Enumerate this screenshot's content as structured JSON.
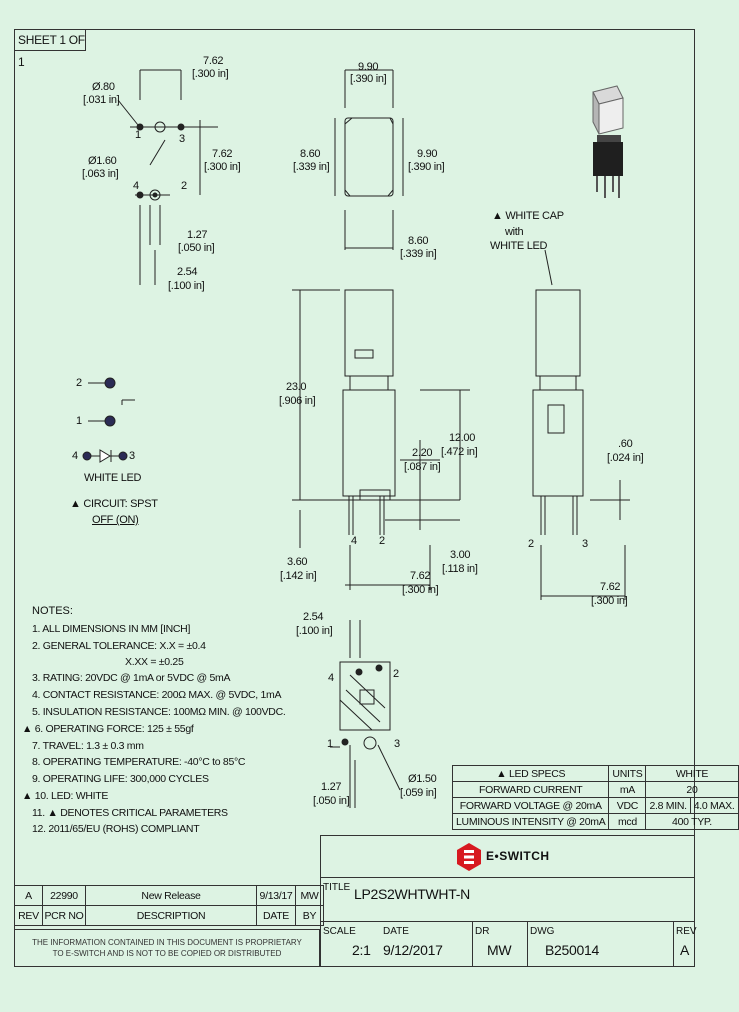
{
  "sheet": "SHEET 1 OF 1",
  "dims": {
    "pin_spacing_top": [
      "7.62",
      "[.300 in]"
    ],
    "hole_small": [
      "Ø.80",
      "[.031 in]"
    ],
    "hole_large": [
      "Ø1.60",
      "[.063 in]"
    ],
    "pin_row_spacing": [
      "7.62",
      "[.300 in]"
    ],
    "pin_offset": [
      "1.27",
      "[.050 in]"
    ],
    "pin_offset2": [
      "2.54",
      "[.100 in]"
    ],
    "cap_top": [
      "9.90",
      "[.390 in]"
    ],
    "cap_left": [
      "8.60",
      "[.339 in]"
    ],
    "cap_right": [
      "9.90",
      "[.390 in]"
    ],
    "cap_bottom": [
      "8.60",
      "[.339 in]"
    ],
    "height_total": [
      "23.0",
      "[.906 in]"
    ],
    "height_body": [
      "12.00",
      "[.472 in]"
    ],
    "lead_in": [
      "2.20",
      "[.087 in]"
    ],
    "pin_len": [
      "3.60",
      "[.142 in]"
    ],
    "pin_len2": [
      "3.00",
      "[.118 in]"
    ],
    "front_spacing": [
      "7.62",
      "[.300 in]"
    ],
    "side_pin": [
      ".60",
      "[.024 in]"
    ],
    "side_spacing": [
      "7.62",
      "[.300 in]"
    ],
    "bottom_top": [
      "2.54",
      "[.100 in]"
    ],
    "bottom_left": [
      "1.27",
      "[.050 in]"
    ],
    "bottom_hole": [
      "Ø1.50",
      "[.059 in]"
    ]
  },
  "pins": {
    "one": "1",
    "two": "2",
    "three": "3",
    "four": "4"
  },
  "cap_note": [
    "▲ WHITE CAP",
    "with",
    "WHITE LED"
  ],
  "led_label": "WHITE LED",
  "circuit": [
    "▲ CIRCUIT: SPST",
    "OFF (ON)"
  ],
  "notes_title": "NOTES:",
  "notes": [
    "1. ALL DIMENSIONS IN MM [INCH]",
    "2. GENERAL TOLERANCE: X.X = ±0.4",
    "X.XX = ±0.25",
    "3. RATING: 20VDC @ 1mA or 5VDC @ 5mA",
    "4. CONTACT RESISTANCE: 200Ω  MAX. @ 5VDC, 1mA",
    "5. INSULATION RESISTANCE: 100MΩ  MIN. @ 100VDC.",
    "▲ 6. OPERATING FORCE: 125 ± 55gf",
    "7. TRAVEL: 1.3 ± 0.3 mm",
    "8. OPERATING TEMPERATURE: -40°C to 85°C",
    "9. OPERATING LIFE: 300,000 CYCLES",
    "▲ 10. LED: WHITE",
    "11. ▲ DENOTES CRITICAL PARAMETERS",
    "12. 2011/65/EU (ROHS) COMPLIANT"
  ],
  "led_table": {
    "headers": [
      "▲ LED SPECS",
      "UNITS",
      "WHITE"
    ],
    "rows": [
      [
        "FORWARD CURRENT",
        "mA",
        "20",
        ""
      ],
      [
        "FORWARD VOLTAGE @ 20mA",
        "VDC",
        "2.8 MIN.",
        "4.0 MAX."
      ],
      [
        "LUMINOUS INTENSITY @ 20mA",
        "mcd",
        "400 TYP.",
        ""
      ]
    ]
  },
  "logo": "E•SWITCH",
  "title_block": {
    "title_cap": "TITLE",
    "title": "LP2S2WHTWHT-N",
    "scale_cap": "SCALE",
    "scale": "2:1",
    "date_cap": "DATE",
    "date": "9/12/2017",
    "dr_cap": "DR",
    "dr": "MW",
    "dwg_cap": "DWG",
    "dwg": "B250014",
    "rev_cap": "REV",
    "rev": "A"
  },
  "rev_table": {
    "row": [
      "A",
      "22990",
      "New Release",
      "9/13/17",
      "MW"
    ],
    "headers": [
      "REV",
      "PCR NO",
      "DESCRIPTION",
      "DATE",
      "BY"
    ]
  },
  "proprietary": [
    "THE INFORMATION CONTAINED IN THIS DOCUMENT IS PROPRIETARY",
    "TO E-SWITCH AND IS NOT TO BE COPIED OR DISTRIBUTED"
  ]
}
